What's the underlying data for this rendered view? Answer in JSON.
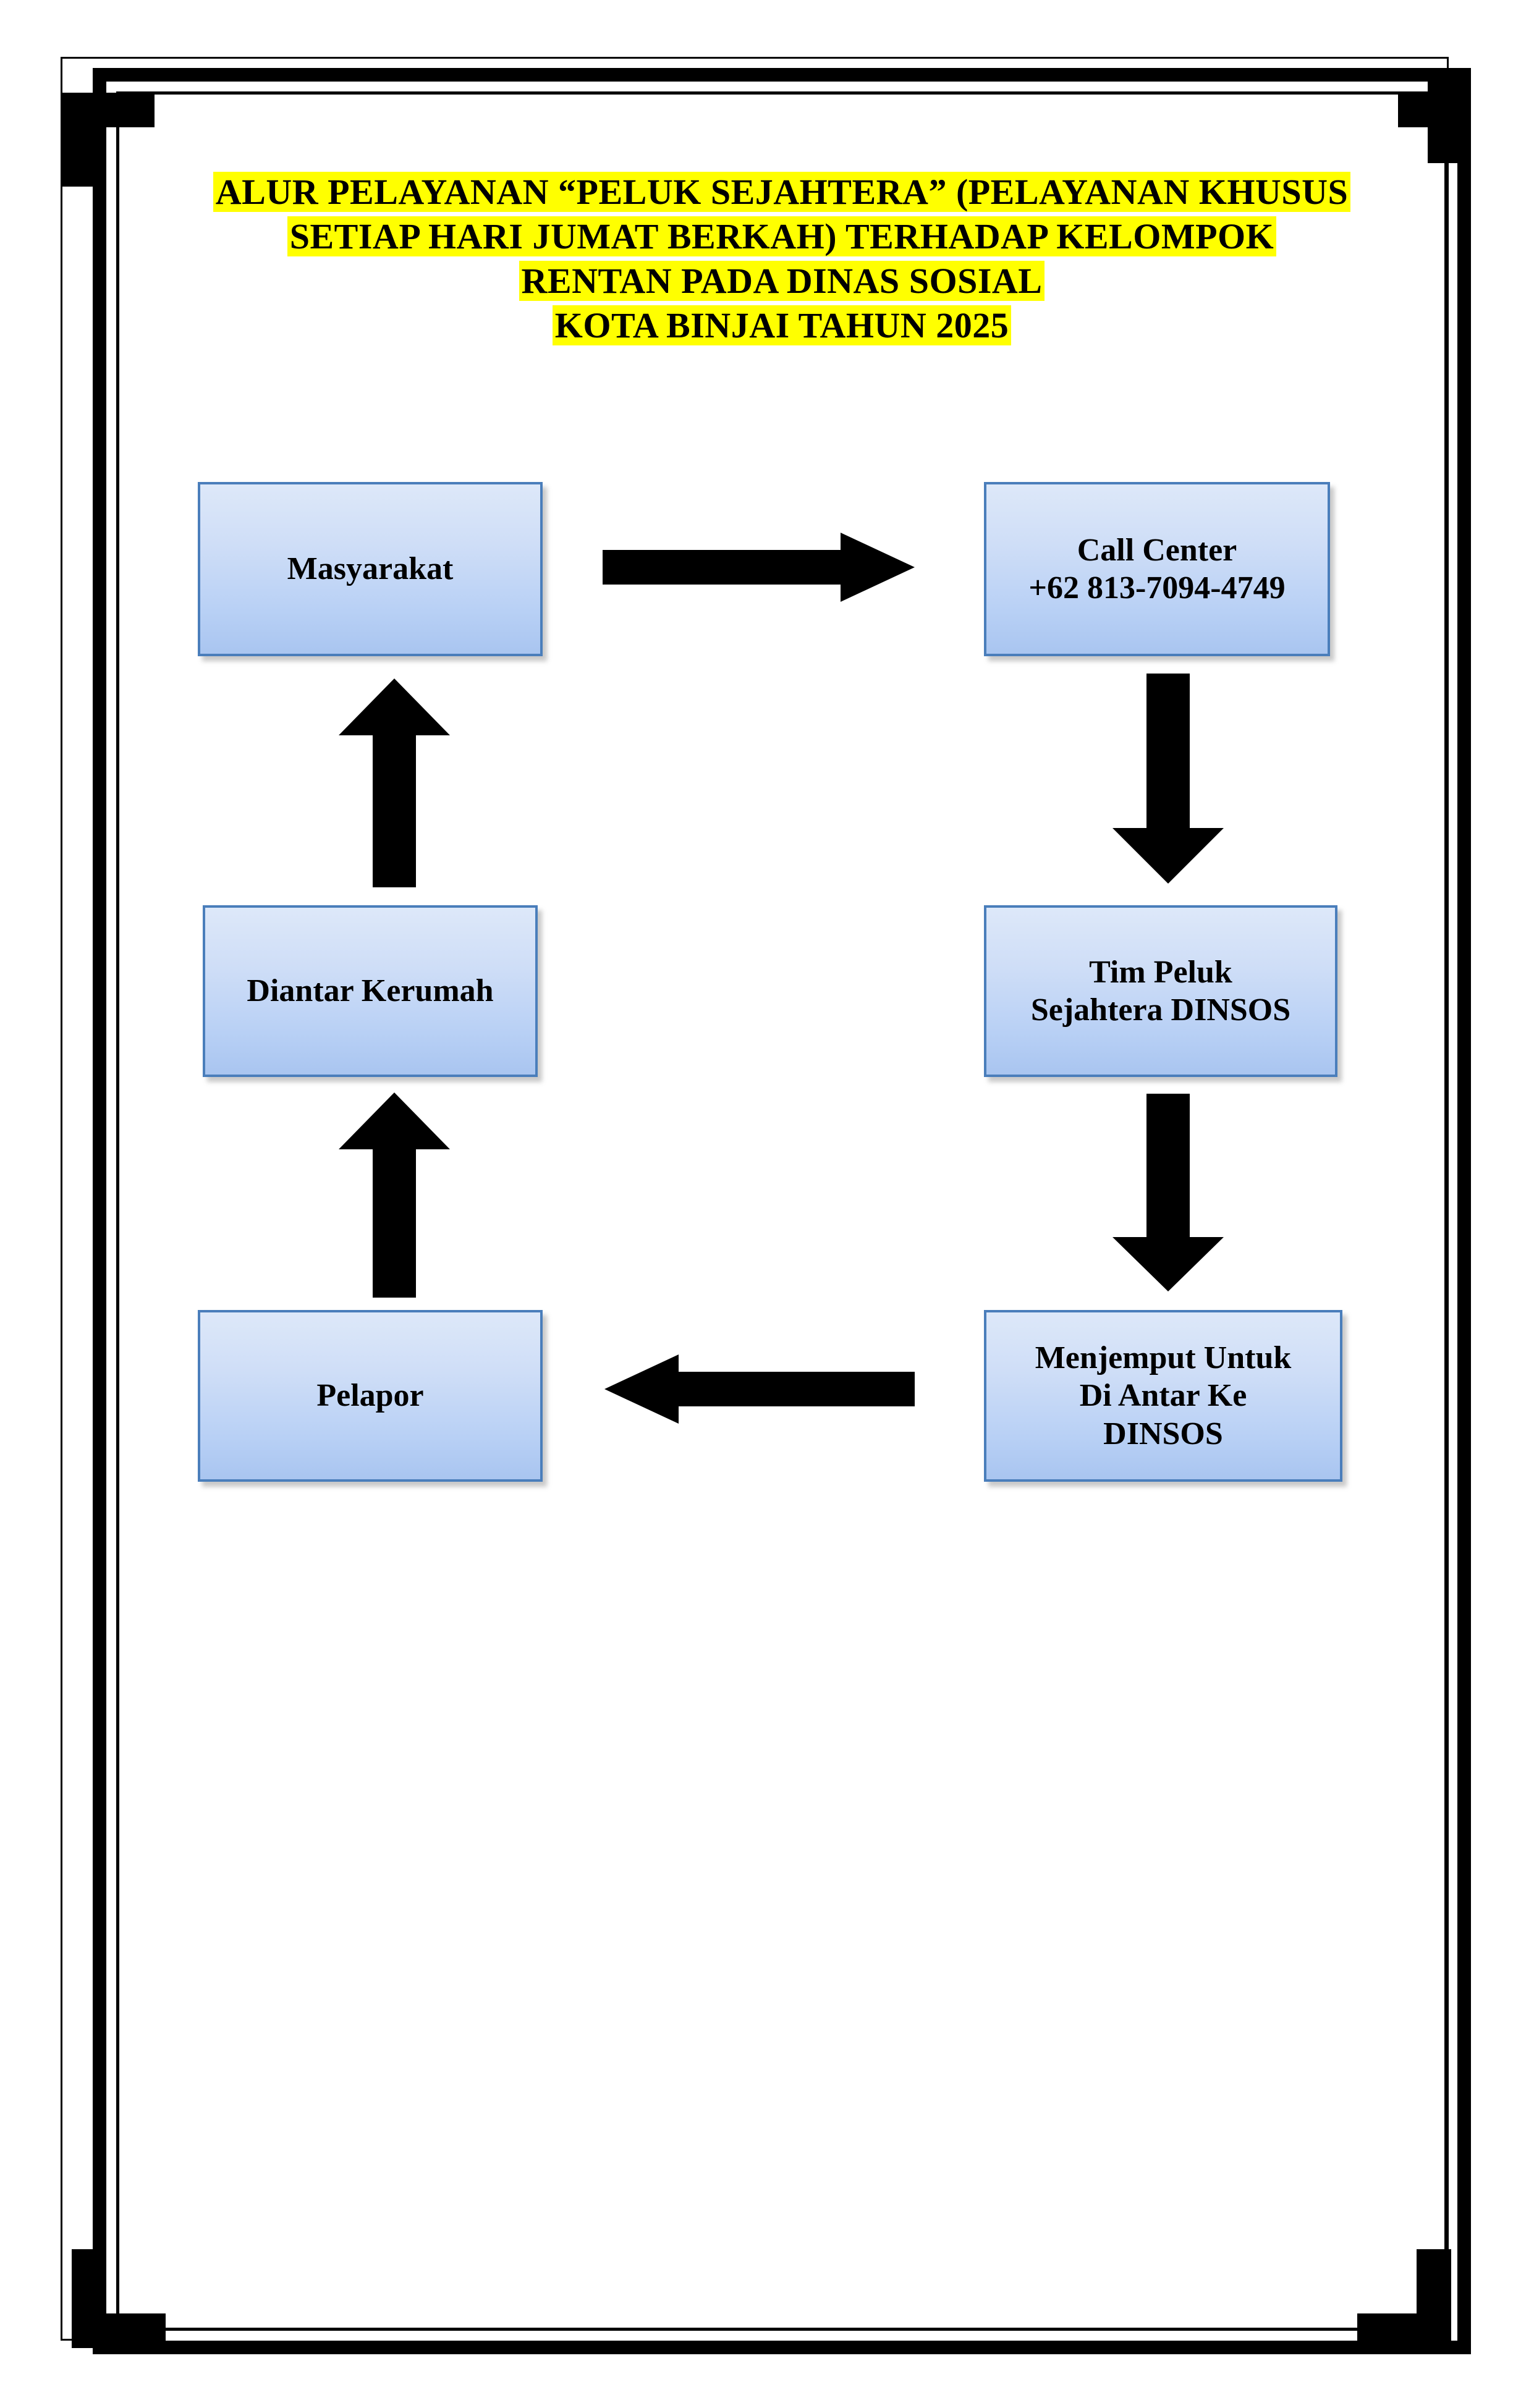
{
  "page": {
    "background_color": "#ffffff",
    "border_color": "#000000"
  },
  "title": {
    "highlight_color": "#ffff00",
    "lines": [
      "ALUR PELAYANAN “PELUK SEJAHTERA” (PELAYANAN KHUSUS",
      "SETIAP HARI JUMAT BERKAH) TERHADAP KELOMPOK",
      "RENTAN PADA DINAS SOSIAL",
      "KOTA BINJAI TAHUN 2025"
    ]
  },
  "flowchart": {
    "box_border_color": "#4a7ebb",
    "box_fill_top": "#dde8f9",
    "box_fill_bottom": "#a9c5f0",
    "arrow_color": "#000000",
    "nodes": [
      {
        "id": "masyarakat",
        "label": "Masyarakat"
      },
      {
        "id": "call-center",
        "label": "Call Center\n+62 813-7094-4749"
      },
      {
        "id": "tim-peluk",
        "label": "Tim Peluk\nSejahtera DINSOS"
      },
      {
        "id": "menjemput",
        "label": "Menjemput Untuk\nDi Antar Ke\nDINSOS"
      },
      {
        "id": "pelapor",
        "label": "Pelapor"
      },
      {
        "id": "diantar",
        "label": "Diantar Kerumah"
      }
    ],
    "edges": [
      {
        "from": "masyarakat",
        "to": "call-center",
        "direction": "right"
      },
      {
        "from": "call-center",
        "to": "tim-peluk",
        "direction": "down"
      },
      {
        "from": "tim-peluk",
        "to": "menjemput",
        "direction": "down"
      },
      {
        "from": "menjemput",
        "to": "pelapor",
        "direction": "left"
      },
      {
        "from": "pelapor",
        "to": "diantar",
        "direction": "up"
      },
      {
        "from": "diantar",
        "to": "masyarakat",
        "direction": "up"
      }
    ]
  }
}
